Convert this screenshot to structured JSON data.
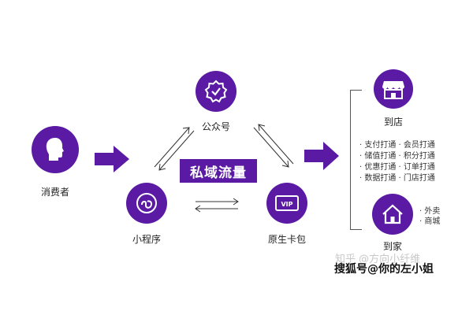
{
  "nodes": {
    "consumer": {
      "label": "消费者",
      "icon": "user-head-icon"
    },
    "official_account": {
      "label": "公众号",
      "icon": "verified-badge-icon"
    },
    "mini_program": {
      "label": "小程序",
      "icon": "mini-program-icon"
    },
    "native_card": {
      "label": "原生卡包",
      "icon": "vip-card-icon"
    },
    "store": {
      "label": "到店",
      "icon": "storefront-icon"
    },
    "home": {
      "label": "到家",
      "icon": "house-icon"
    }
  },
  "center_label": "私域流量",
  "benefits": [
    "· 支付打通 · 会员打通",
    "· 储值打通 · 积分打通",
    "· 优惠打通 · 订单打通",
    "· 数据打通 · 门店打通"
  ],
  "home_extras": [
    "· 外卖",
    "· 商城"
  ],
  "watermark": {
    "faint": "知乎 @方向小纤维",
    "main": "搜狐号@你的左小姐"
  },
  "colors": {
    "accent": "#5b1aa3",
    "text": "#222222"
  }
}
